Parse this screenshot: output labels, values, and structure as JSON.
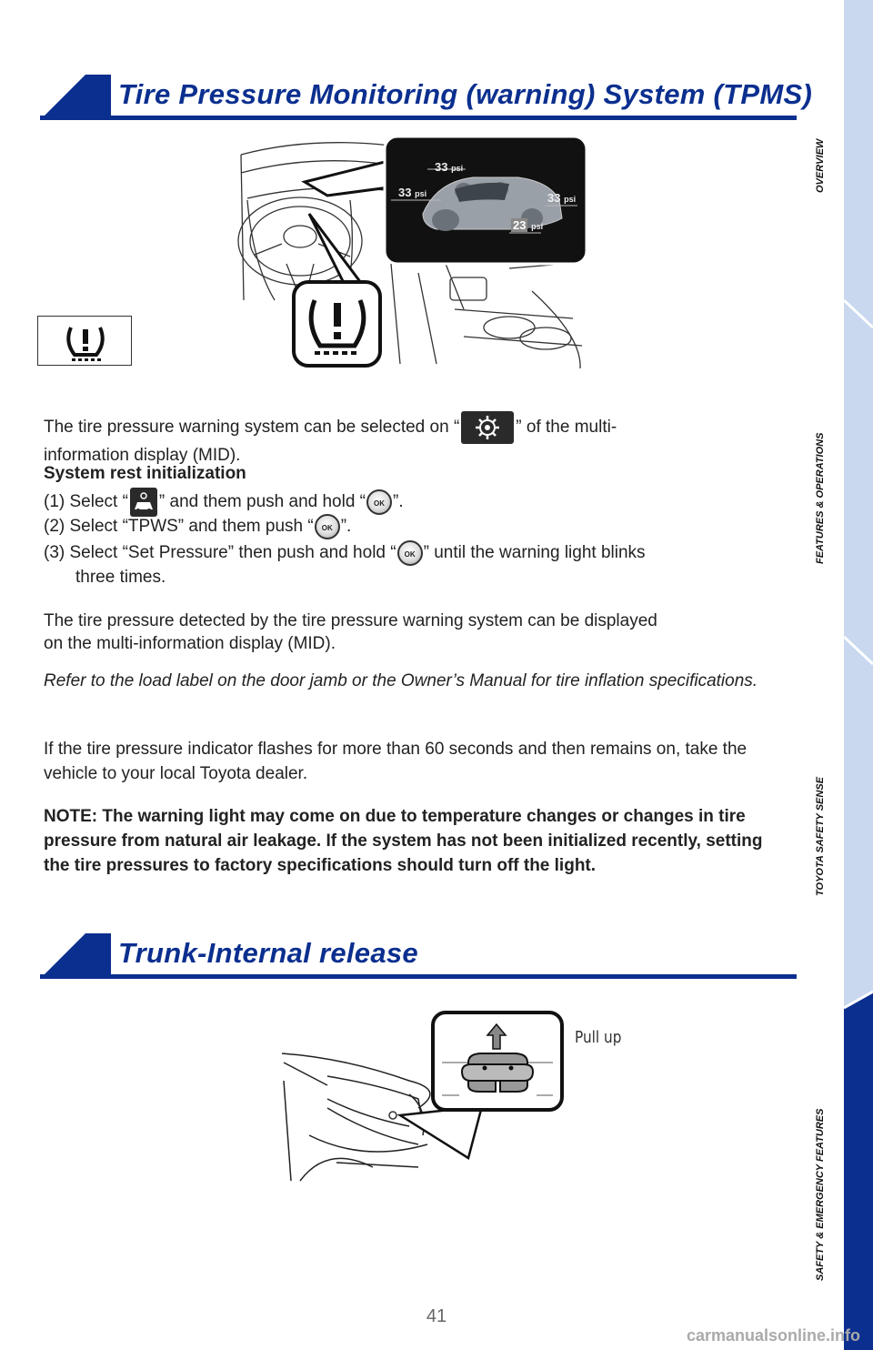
{
  "section1": {
    "title": "Tire Pressure Monitoring (warning) System (TPMS)",
    "display": {
      "front_left": "33",
      "front_right": "33",
      "rear_left": "33",
      "rear_right": "23",
      "unit": "psi"
    }
  },
  "instructions": {
    "intro_a": "The tire pressure warning system can be selected on “",
    "intro_b": "” of the multi-",
    "intro_c": "information display (MID).",
    "heading": "System rest initialization",
    "step1_a": "(1) Select “",
    "step1_b": "” and them push and hold “",
    "step1_c": "”.",
    "step2_a": "(2) Select “TPWS” and them push “",
    "step2_b": "”.",
    "step3_a": "(3) Select “Set Pressure” then push and hold “",
    "step3_b": "” until the warning light blinks",
    "step3_c": "three times.",
    "ok_label": "OK"
  },
  "para_display": "The tire pressure detected by the tire pressure warning system can be displayed on the multi-information display (MID).",
  "para_refer": "Refer to the load label on the door jamb or the Owner’s Manual for tire inflation specifications.",
  "para_flash": "If the tire pressure indicator flashes for more than 60 seconds and then remains on, take the vehicle to your local Toyota dealer.",
  "note": "NOTE: The warning light may come on due to temperature changes or changes in tire pressure from natural air leakage. If the system has not been initialized recently, setting the tire pressures to factory specifications should turn off the light.",
  "section2": {
    "title": "Trunk-Internal release",
    "pull_label": "Pull up"
  },
  "sidebar": {
    "tabs": [
      "OVERVIEW",
      "FEATURES & OPERATIONS",
      "TOYOTA SAFETY SENSE",
      "SAFETY & EMERGENCY FEATURES"
    ],
    "active_index": 3,
    "active_color": "#0b2f8f",
    "inactive_color": "#c9d7ef"
  },
  "page_number": "41",
  "watermark": "carmanualsonline.info"
}
